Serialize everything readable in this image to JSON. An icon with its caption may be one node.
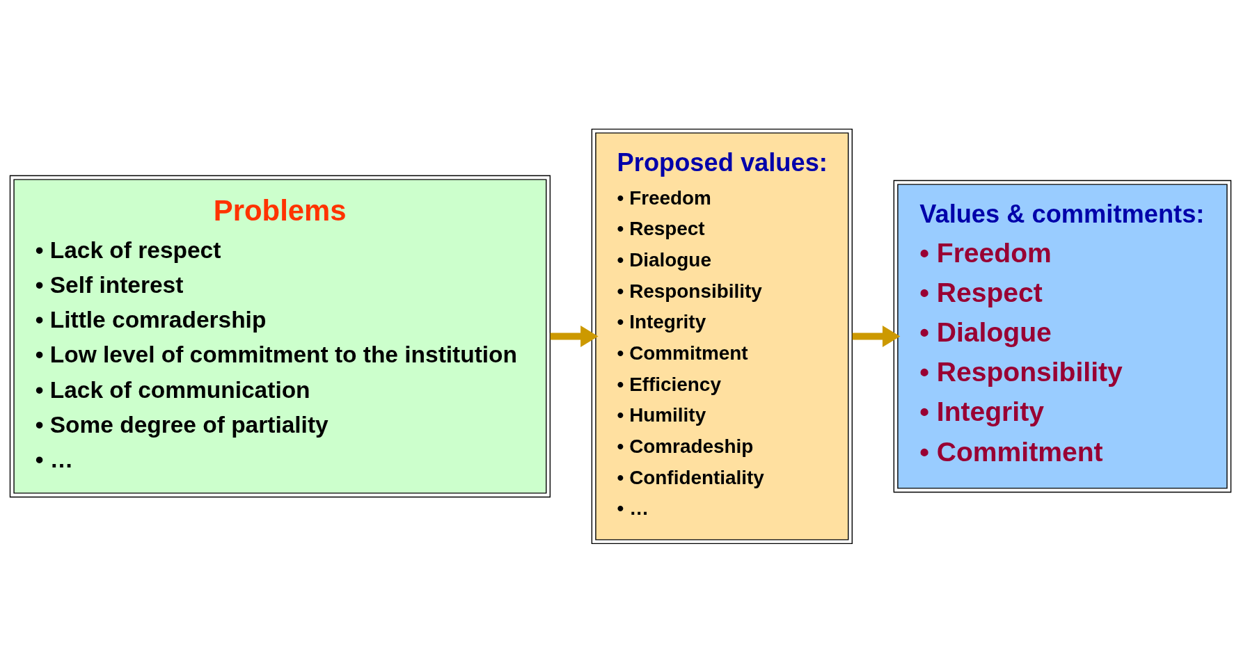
{
  "diagram": {
    "nodes": [
      {
        "text": [
          "Problems",
          "• Lack of respect",
          "• Self interest",
          "• Little comradership",
          "• Low level of commitment to the institution",
          "• Lack of communication",
          "• Some degree of partiality",
          "• …"
        ]
      },
      {
        "text": [
          "Proposed values:",
          "• Freedom",
          "• Respect",
          "• Dialogue",
          "• Responsibility",
          "• Integrity",
          "• Commitment",
          "• Efficiency",
          "• Humility",
          "• Comradeship",
          "• Confidentiality",
          "• …"
        ]
      },
      {
        "text": [
          "Values & commitments:",
          "• Freedom",
          "• Respect",
          "• Dialogue",
          "• Responsibility",
          "• Integrity",
          "• Commitment"
        ]
      }
    ],
    "edges": [
      {
        "from": 0,
        "to": 1,
        "arrow": "to"
      },
      {
        "from": 1,
        "to": 2,
        "arrow": "to"
      }
    ]
  }
}
